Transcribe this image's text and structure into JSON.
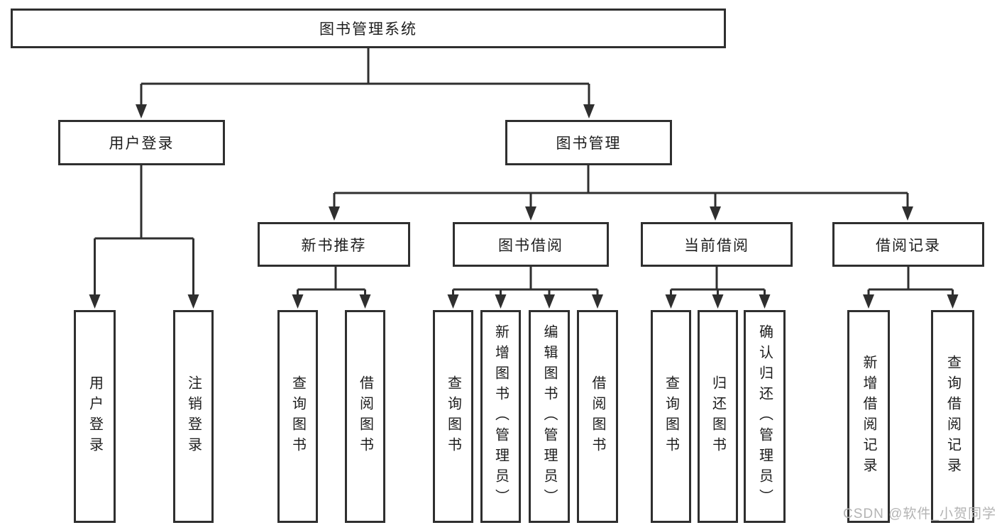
{
  "colors": {
    "line": "#2f2f2f",
    "text": "#1d1d1d",
    "box_background": "#ffffff",
    "page_background": "#ffffff",
    "watermark": "#b3b3b3"
  },
  "watermark": "CSDN @软件_小贺同学",
  "tree": {
    "root": {
      "label": "图书管理系统",
      "children": [
        {
          "label": "用户登录",
          "children": [
            {
              "label": "用户登录"
            },
            {
              "label": "注销登录"
            }
          ]
        },
        {
          "label": "图书管理",
          "children": [
            {
              "label": "新书推荐",
              "children": [
                {
                  "label": "查询图书"
                },
                {
                  "label": "借阅图书"
                }
              ]
            },
            {
              "label": "图书借阅",
              "children": [
                {
                  "label": "查询图书"
                },
                {
                  "label": "新增图书（管理员）"
                },
                {
                  "label": "编辑图书（管理员）"
                },
                {
                  "label": "借阅图书"
                }
              ]
            },
            {
              "label": "当前借阅",
              "children": [
                {
                  "label": "查询图书"
                },
                {
                  "label": "归还图书"
                },
                {
                  "label": "确认归还（管理员）"
                }
              ]
            },
            {
              "label": "借阅记录",
              "children": [
                {
                  "label": "新增借阅记录"
                },
                {
                  "label": "查询借阅记录"
                }
              ]
            }
          ]
        }
      ]
    }
  }
}
